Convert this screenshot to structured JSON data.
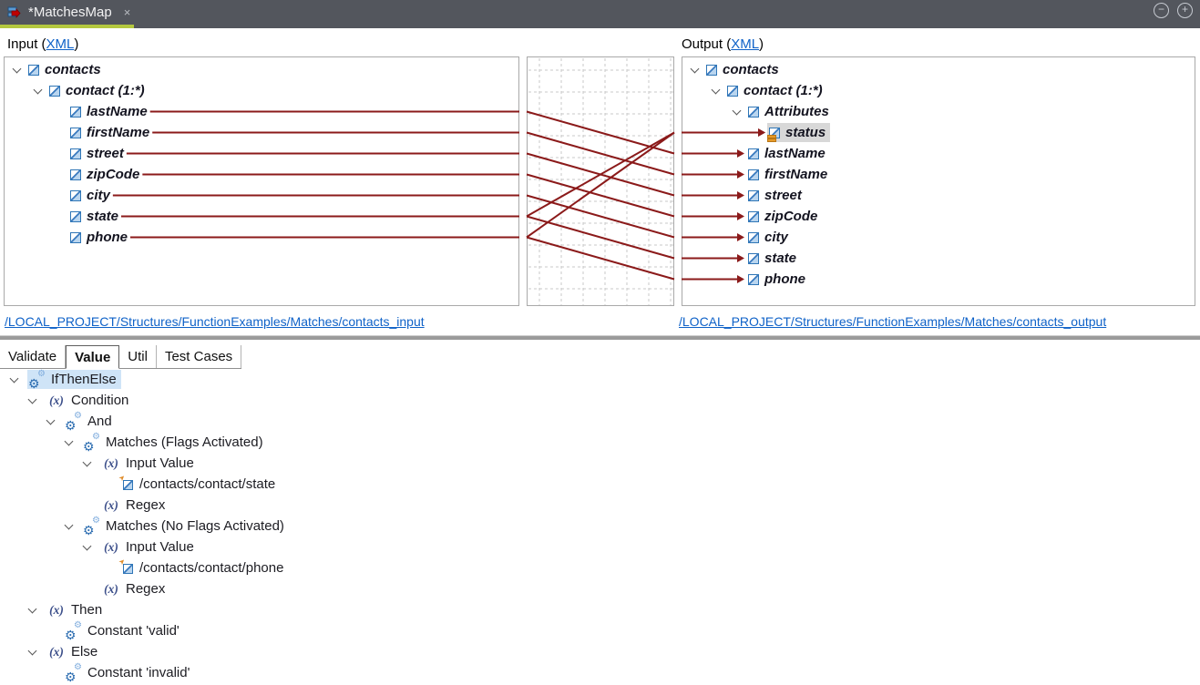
{
  "titlebar": {
    "tab_title": "*MatchesMap",
    "close_glyph": "×",
    "zoom_out_glyph": "−",
    "zoom_in_glyph": "+"
  },
  "map": {
    "input_caption_prefix": "Input (",
    "output_caption_prefix": "Output (",
    "caption_link": "XML",
    "caption_suffix": ")",
    "input_link": "/LOCAL_PROJECT/Structures/FunctionExamples/Matches/contacts_input",
    "output_link": "/LOCAL_PROJECT/Structures/FunctionExamples/Matches/contacts_output",
    "input_tree": [
      {
        "label": "contacts",
        "level": 0,
        "chevron": true,
        "icon": "element"
      },
      {
        "label": "contact (1:*)",
        "level": 1,
        "chevron": true,
        "icon": "element"
      },
      {
        "label": "lastName",
        "level": 2,
        "chevron": false,
        "icon": "element"
      },
      {
        "label": "firstName",
        "level": 2,
        "chevron": false,
        "icon": "element"
      },
      {
        "label": "street",
        "level": 2,
        "chevron": false,
        "icon": "element"
      },
      {
        "label": "zipCode",
        "level": 2,
        "chevron": false,
        "icon": "element"
      },
      {
        "label": "city",
        "level": 2,
        "chevron": false,
        "icon": "element"
      },
      {
        "label": "state",
        "level": 2,
        "chevron": false,
        "icon": "element"
      },
      {
        "label": "phone",
        "level": 2,
        "chevron": false,
        "icon": "element"
      }
    ],
    "output_tree": [
      {
        "label": "contacts",
        "level": 0,
        "chevron": true,
        "icon": "element"
      },
      {
        "label": "contact (1:*)",
        "level": 1,
        "chevron": true,
        "icon": "element"
      },
      {
        "label": "Attributes",
        "level": 2,
        "chevron": true,
        "icon": "element"
      },
      {
        "label": "status",
        "level": 3,
        "chevron": false,
        "icon": "element-attr",
        "selected": true
      },
      {
        "label": "lastName",
        "level": 2,
        "chevron": false,
        "icon": "element"
      },
      {
        "label": "firstName",
        "level": 2,
        "chevron": false,
        "icon": "element"
      },
      {
        "label": "street",
        "level": 2,
        "chevron": false,
        "icon": "element"
      },
      {
        "label": "zipCode",
        "level": 2,
        "chevron": false,
        "icon": "element"
      },
      {
        "label": "city",
        "level": 2,
        "chevron": false,
        "icon": "element"
      },
      {
        "label": "state",
        "level": 2,
        "chevron": false,
        "icon": "element"
      },
      {
        "label": "phone",
        "level": 2,
        "chevron": false,
        "icon": "element"
      }
    ],
    "connections": [
      {
        "from": 2,
        "to": 4
      },
      {
        "from": 3,
        "to": 5
      },
      {
        "from": 4,
        "to": 6
      },
      {
        "from": 5,
        "to": 7
      },
      {
        "from": 6,
        "to": 8
      },
      {
        "from": 7,
        "to": 9
      },
      {
        "from": 8,
        "to": 10
      },
      {
        "from": 7,
        "to": 3
      },
      {
        "from": 8,
        "to": 3
      }
    ]
  },
  "bottom": {
    "tabs": [
      {
        "label": "Validate",
        "active": false
      },
      {
        "label": "Value",
        "active": true
      },
      {
        "label": "Util",
        "active": false
      },
      {
        "label": "Test Cases",
        "active": false
      }
    ],
    "function_tree": [
      {
        "label": "IfThenElse",
        "level": 0,
        "chevron": true,
        "icon": "gears",
        "selected": true
      },
      {
        "label": "Condition",
        "level": 1,
        "chevron": true,
        "icon": "fx"
      },
      {
        "label": "And",
        "level": 2,
        "chevron": true,
        "icon": "gears"
      },
      {
        "label": "Matches (Flags Activated)",
        "level": 3,
        "chevron": true,
        "icon": "gears"
      },
      {
        "label": "Input Value",
        "level": 4,
        "chevron": true,
        "icon": "fx"
      },
      {
        "label": "/contacts/contact/state",
        "level": 5,
        "chevron": false,
        "icon": "ref"
      },
      {
        "label": "Regex",
        "level": 4,
        "chevron": false,
        "icon": "fx"
      },
      {
        "label": "Matches (No Flags Activated)",
        "level": 3,
        "chevron": true,
        "icon": "gears"
      },
      {
        "label": "Input Value",
        "level": 4,
        "chevron": true,
        "icon": "fx"
      },
      {
        "label": "/contacts/contact/phone",
        "level": 5,
        "chevron": false,
        "icon": "ref"
      },
      {
        "label": "Regex",
        "level": 4,
        "chevron": false,
        "icon": "fx"
      },
      {
        "label": "Then",
        "level": 1,
        "chevron": true,
        "icon": "fx"
      },
      {
        "label": "Constant 'valid'",
        "level": 2,
        "chevron": false,
        "icon": "gears"
      },
      {
        "label": "Else",
        "level": 1,
        "chevron": true,
        "icon": "fx"
      },
      {
        "label": "Constant 'invalid'",
        "level": 2,
        "chevron": false,
        "icon": "gears"
      }
    ]
  },
  "colors": {
    "connection_line": "#8b1a1a",
    "grid_line": "#c9c9c9",
    "tab_underline": "#b4c83f",
    "selection_blue": "#cfe4f7",
    "selection_gray": "#d8d8d8",
    "link_blue": "#0f62c8",
    "titlebar_bg": "#53565d"
  },
  "icon_glyphs": {
    "fx_text": "(x)",
    "gear": "⚙",
    "ref_arrow": "➤"
  }
}
